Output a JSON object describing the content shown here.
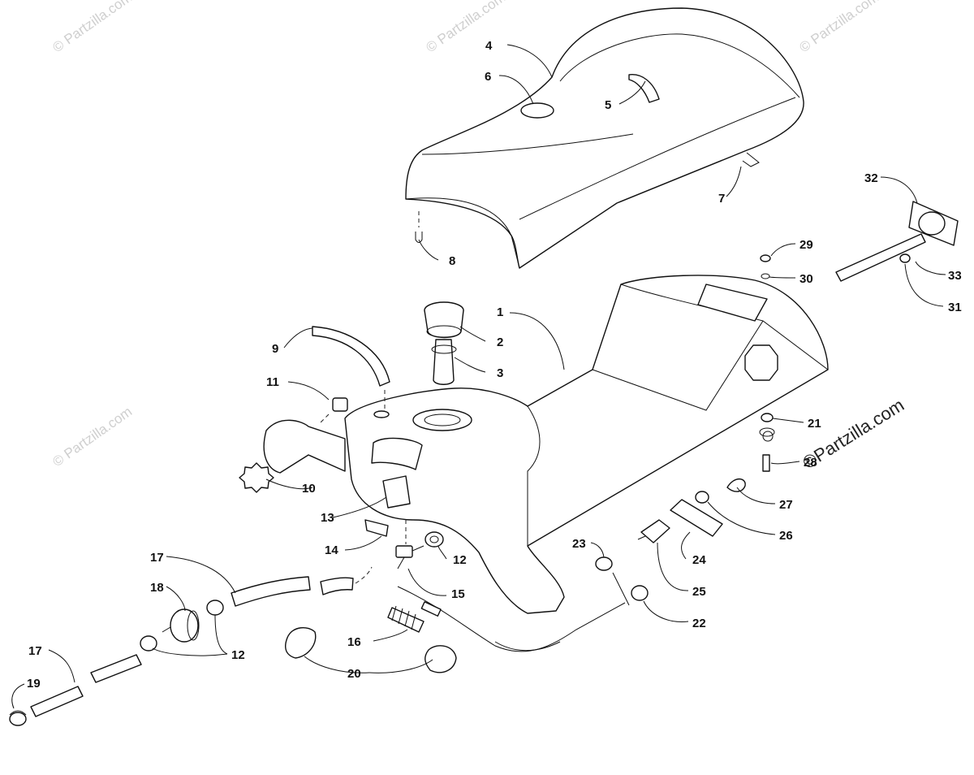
{
  "watermark": {
    "small": "© Partzilla.com",
    "large": "©Partzilla.com"
  },
  "callouts": {
    "c1": "1",
    "c2": "2",
    "c3": "3",
    "c4": "4",
    "c5": "5",
    "c6": "6",
    "c7": "7",
    "c8": "8",
    "c9": "9",
    "c10": "10",
    "c11": "11",
    "c12a": "12",
    "c12b": "12",
    "c13": "13",
    "c14": "14",
    "c15": "15",
    "c16": "16",
    "c17a": "17",
    "c17b": "17",
    "c18": "18",
    "c19": "19",
    "c20": "20",
    "c21": "21",
    "c22": "22",
    "c23": "23",
    "c24": "24",
    "c25": "25",
    "c26": "26",
    "c27": "27",
    "c28": "28",
    "c29": "29",
    "c30": "30",
    "c31": "31",
    "c32": "32",
    "c33": "33"
  }
}
